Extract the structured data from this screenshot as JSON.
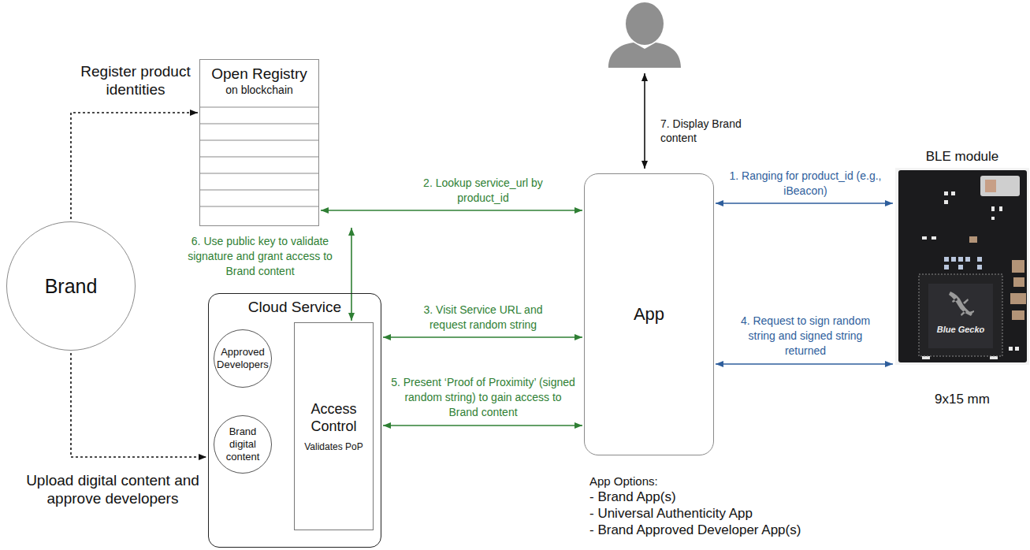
{
  "diagram": {
    "nodes": [
      {
        "text": [
          "Open Registry",
          "on blockchain"
        ]
      },
      {
        "text": [
          "Brand"
        ]
      },
      {
        "text": [
          "Cloud Service"
        ]
      },
      {
        "text": [
          "Approved Developers"
        ],
        "in": 2
      },
      {
        "text": [
          "Brand digital content"
        ],
        "in": 2
      },
      {
        "text": [
          "Access Control",
          "Validates PoP"
        ],
        "in": 2
      },
      {
        "text": [
          "App"
        ]
      },
      {
        "text": [
          "BLE module"
        ]
      }
    ],
    "edges": [
      {
        "from": 1,
        "to": 0,
        "arrow": "to",
        "label": "Register product identities"
      },
      {
        "from": 1,
        "to": 2,
        "arrow": "to",
        "label": "Upload digital content and approve developers"
      },
      {
        "from": 6,
        "to": 7,
        "arrow": "both",
        "label": "1. Ranging for product_id (e.g., iBeacon)"
      },
      {
        "from": 0,
        "to": 6,
        "arrow": "both",
        "label": "2. Lookup service_url by product_id"
      },
      {
        "from": 2,
        "to": 6,
        "arrow": "both",
        "label": "3. Visit Service URL and request random string"
      },
      {
        "from": 6,
        "to": 7,
        "arrow": "both",
        "label": "4. Request to sign random string and signed string returned"
      },
      {
        "from": 2,
        "to": 6,
        "arrow": "both",
        "label": "5. Present ‘Proof of Proximity’ (signed random string) to gain access to Brand content"
      },
      {
        "from": 5,
        "to": 0,
        "arrow": "both",
        "label": "6. Use public key to validate signature and grant access to Brand content"
      }
    ],
    "labels": [
      "7. Display Brand content",
      "9x15 mm",
      "Blue Gecko",
      "App Options:",
      "- Brand App(s)",
      "- Universal Authenticity App",
      "- Brand Approved Developer App(s)"
    ]
  }
}
